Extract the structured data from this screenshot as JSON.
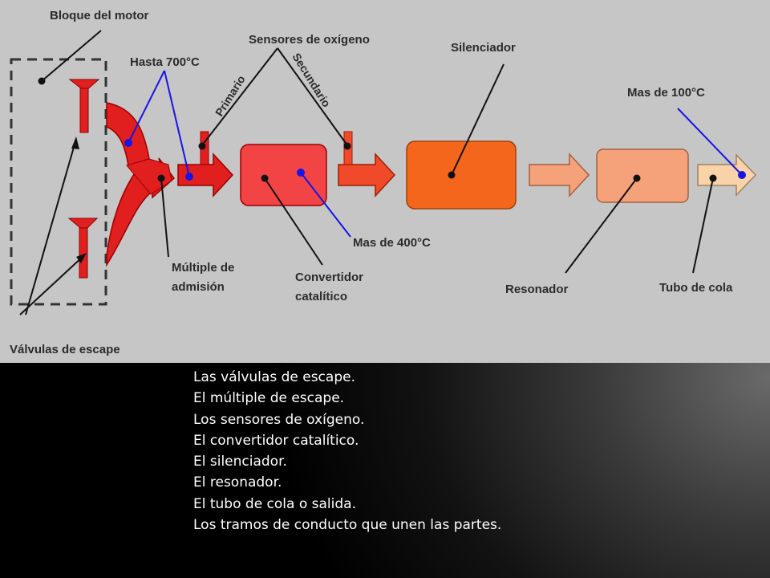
{
  "diagram": {
    "labels": {
      "engine_block": "Bloque del motor",
      "temp_manifold": "Hasta 700°C",
      "oxygen_sensors": "Sensores de oxígeno",
      "primary": "Primario",
      "secondary": "Secundario",
      "muffler": "Silenciador",
      "temp_tail": "Mas de 100°C",
      "manifold": [
        "Múltiple de",
        "admisión"
      ],
      "temp_converter": "Mas de 400°C",
      "converter": [
        "Convertidor",
        "catalítico"
      ],
      "resonator": "Resonador",
      "tailpipe": "Tubo de cola",
      "valves": "Válvulas de escape"
    }
  },
  "list": [
    "Las válvulas de escape.",
    "El múltiple de escape.",
    "Los sensores de oxígeno.",
    "El convertidor catalítico.",
    "El silenciador.",
    "El resonador.",
    "El tubo de cola o salida.",
    "Los tramos de conducto que unen las partes."
  ]
}
